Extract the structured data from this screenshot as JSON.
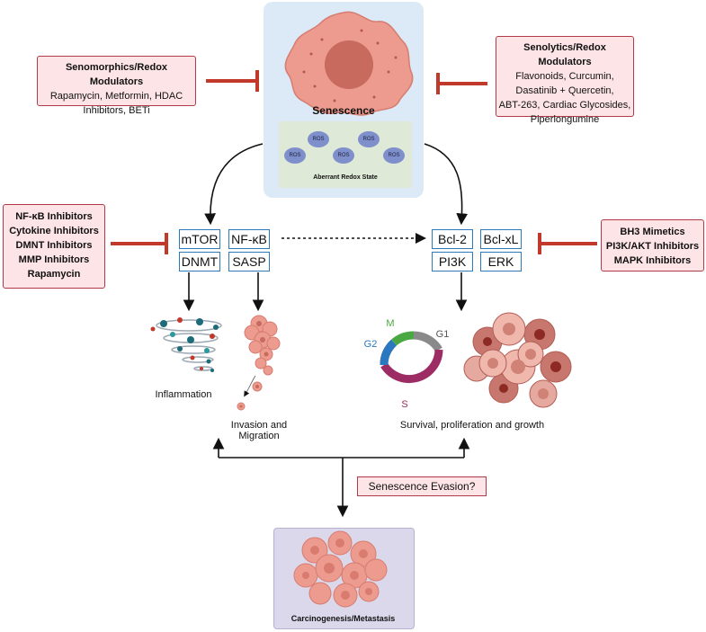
{
  "senomorphics": {
    "title": "Senomorphics/Redox Modulators",
    "body": [
      "Rapamycin, Metformin, HDAC",
      "Inhibitors, BETi"
    ]
  },
  "senolytics": {
    "title": "Senolytics/Redox Modulators",
    "body": [
      "Flavonoids,  Curcumin,",
      "Dasatinib + Quercetin,",
      "ABT-263, Cardiac Glycosides,",
      "Piperlongumine"
    ]
  },
  "senescence": {
    "label": "Senescence",
    "ros_label": "ROS",
    "redox_label": "Aberrant Redox State"
  },
  "left_inhibitors": [
    "NF-κB Inhibitors",
    "Cytokine Inhibitors",
    "DMNT Inhibitors",
    "MMP Inhibitors",
    "Rapamycin"
  ],
  "right_inhibitors": [
    "BH3 Mimetics",
    "PI3K/AKT Inhibitors",
    "MAPK Inhibitors"
  ],
  "left_molecules": [
    "mTOR",
    "NF-κB",
    "DNMT",
    "SASP"
  ],
  "right_molecules": [
    "Bcl-2",
    "Bcl-xL",
    "PI3K",
    "ERK"
  ],
  "inflammation_label": "Inflammation",
  "invasion_label": [
    "Invasion and",
    "Migration"
  ],
  "cell_cycle": {
    "m": "M",
    "g1": "G1",
    "g2": "G2",
    "s": "S"
  },
  "survival_label": "Survival, proliferation and growth",
  "evasion_label": "Senescence Evasion?",
  "carcinogenesis_label": "Carcinogenesis/Metastasis",
  "colors": {
    "inhibit": "#c0392b",
    "senescence_panel": "#dbeaf6",
    "redox_panel": "#dfe9d8",
    "pink_box": "#fde4e6",
    "carcino_panel": "#dcd8ec",
    "cell_pink": "#ec9b8e",
    "cycle_m": "#4aa843",
    "cycle_g1": "#8a8a8a",
    "cycle_g2": "#2a78c0",
    "cycle_s": "#9c2c63"
  }
}
